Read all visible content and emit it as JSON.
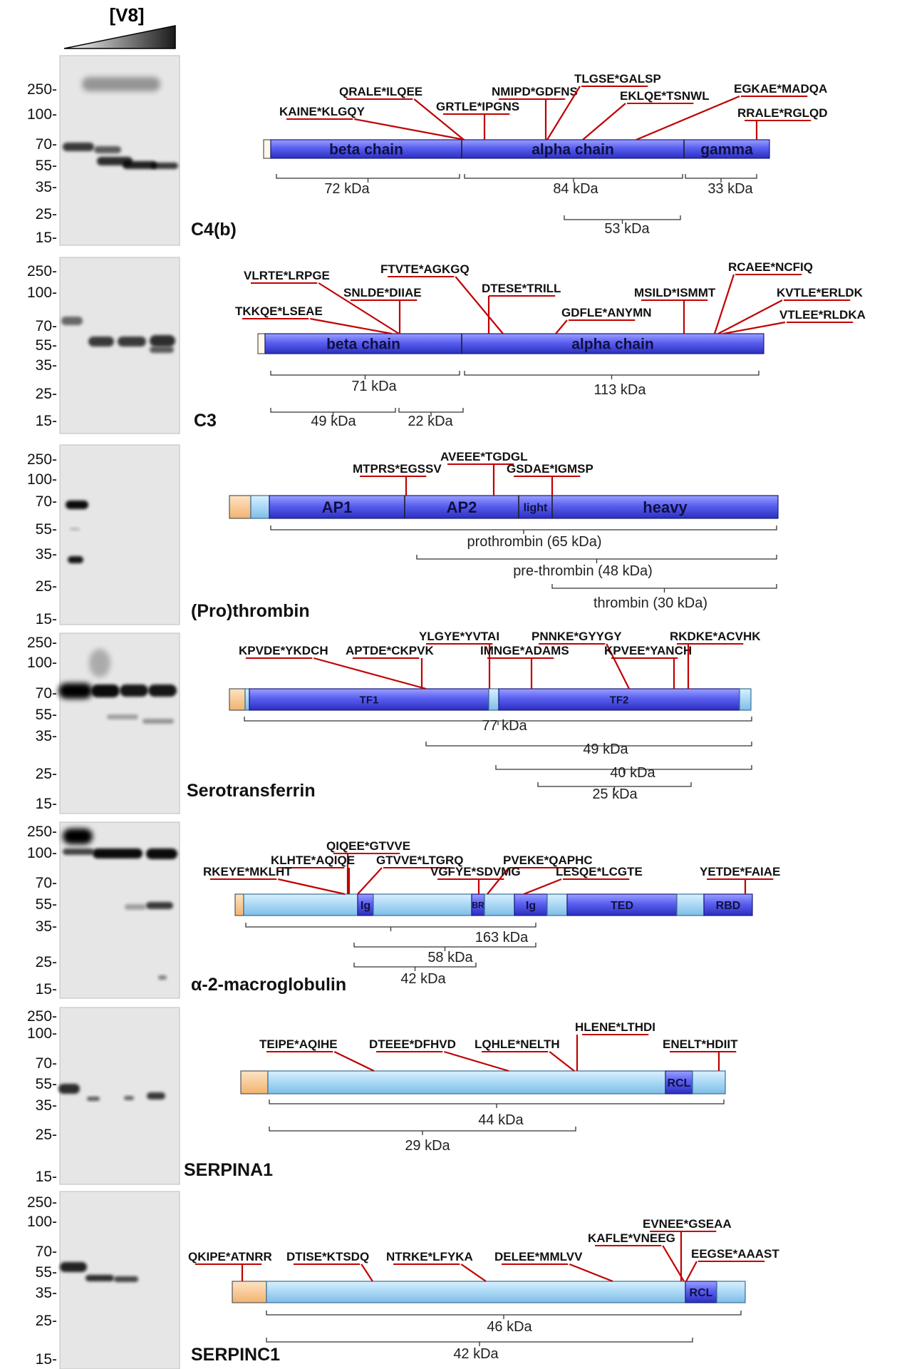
{
  "header": {
    "protease": "[V8]"
  },
  "mw_markers": [
    "250-",
    "100-",
    "70-",
    "55-",
    "35-",
    "25-",
    "15-"
  ],
  "colors": {
    "domain_dark": "#5a5ff0",
    "domain_light": "#a9d8f5",
    "signal": "#f6c48d",
    "cut_line": "#c00000"
  },
  "panels": [
    {
      "name": "C4(b)",
      "domains": [
        {
          "label": "beta chain",
          "style": "dark"
        },
        {
          "label": "alpha chain",
          "style": "dark"
        },
        {
          "label": "gamma",
          "style": "dark"
        }
      ],
      "cleavage_sites": [
        {
          "label": "KAINE*KLGQY"
        },
        {
          "label": "QRALE*ILQEE"
        },
        {
          "label": "GRTLE*IPGNS"
        },
        {
          "label": "NMIPD*GDFNS"
        },
        {
          "label": "TLGSE*GALSP"
        },
        {
          "label": "EKLQE*TSNWL"
        },
        {
          "label": "EGKAE*MADQA"
        },
        {
          "label": "RRALE*RGLQD"
        }
      ],
      "fragments": [
        {
          "label": "72 kDa"
        },
        {
          "label": "84 kDa"
        },
        {
          "label": "33 kDa"
        },
        {
          "label": "53 kDa"
        }
      ]
    },
    {
      "name": "C3",
      "domains": [
        {
          "label": "beta chain",
          "style": "dark"
        },
        {
          "label": "alpha chain",
          "style": "dark"
        }
      ],
      "cleavage_sites": [
        {
          "label": "VLRTE*LRPGE"
        },
        {
          "label": "SNLDE*DIIAE"
        },
        {
          "label": "TKKQE*LSEAE"
        },
        {
          "label": "FTVTE*AGKGQ"
        },
        {
          "label": "DTESE*TRILL"
        },
        {
          "label": "GDFLE*ANYMN"
        },
        {
          "label": "MSILD*ISMMT"
        },
        {
          "label": "RCAEE*NCFIQ"
        },
        {
          "label": "KVTLE*ERLDK"
        },
        {
          "label": "VTLEE*RLDKA"
        }
      ],
      "fragments": [
        {
          "label": "71 kDa"
        },
        {
          "label": "113 kDa"
        },
        {
          "label": "49 kDa"
        },
        {
          "label": "22 kDa"
        }
      ]
    },
    {
      "name": "(Pro)thrombin",
      "domains": [
        {
          "label": "AP1",
          "style": "dark"
        },
        {
          "label": "AP2",
          "style": "dark"
        },
        {
          "label": "light",
          "style": "dark"
        },
        {
          "label": "heavy",
          "style": "dark"
        }
      ],
      "cleavage_sites": [
        {
          "label": "MTPRS*EGSSV"
        },
        {
          "label": "AVEEE*TGDGL"
        },
        {
          "label": "GSDAE*IGMSP"
        }
      ],
      "fragments": [
        {
          "label": "prothrombin (65 kDa)"
        },
        {
          "label": "pre-thrombin (48 kDa)"
        },
        {
          "label": "thrombin (30 kDa)"
        }
      ]
    },
    {
      "name": "Serotransferrin",
      "domains": [
        {
          "label": "TF1",
          "style": "dark"
        },
        {
          "label": "TF2",
          "style": "dark"
        }
      ],
      "cleavage_sites": [
        {
          "label": "KPVDE*YKDCH"
        },
        {
          "label": "APTDE*CKPVK"
        },
        {
          "label": "YLGYE*YVTAI"
        },
        {
          "label": "IMNGE*ADAMS"
        },
        {
          "label": "PNNKE*GYYGY"
        },
        {
          "label": "KPVEE*YANCH"
        },
        {
          "label": "RKDKE*ACVHK"
        }
      ],
      "fragments": [
        {
          "label": "77 kDa"
        },
        {
          "label": "49 kDa"
        },
        {
          "label": "40 kDa"
        },
        {
          "label": "25 kDa"
        }
      ]
    },
    {
      "name": "α-2-macroglobulin",
      "domains": [
        {
          "label": "Ig",
          "style": "dark"
        },
        {
          "label": "BR",
          "style": "dark"
        },
        {
          "label": "Ig",
          "style": "dark"
        },
        {
          "label": "TED",
          "style": "dark"
        },
        {
          "label": "RBD",
          "style": "dark"
        }
      ],
      "cleavage_sites": [
        {
          "label": "QIQEE*GTVVE"
        },
        {
          "label": "KLHTE*AQIQE"
        },
        {
          "label": "GTVVE*LTGRQ"
        },
        {
          "label": "RKEYE*MKLHT"
        },
        {
          "label": "PVEKE*QAPHC"
        },
        {
          "label": "VGFYE*SDVMG"
        },
        {
          "label": "LESQE*LCGTE"
        },
        {
          "label": "YETDE*FAIAE"
        }
      ],
      "fragments": [
        {
          "label": "163 kDa"
        },
        {
          "label": "58 kDa"
        },
        {
          "label": "42 kDa"
        }
      ]
    },
    {
      "name": "SERPINA1",
      "domains": [
        {
          "label": "RCL",
          "style": "dark"
        }
      ],
      "cleavage_sites": [
        {
          "label": "HLENE*LTHDI"
        },
        {
          "label": "TEIPE*AQIHE"
        },
        {
          "label": "DTEEE*DFHVD"
        },
        {
          "label": "LQHLE*NELTH"
        },
        {
          "label": "ENELT*HDIIT"
        }
      ],
      "fragments": [
        {
          "label": "44 kDa"
        },
        {
          "label": "29 kDa"
        }
      ]
    },
    {
      "name": "SERPINC1",
      "domains": [
        {
          "label": "RCL",
          "style": "dark"
        }
      ],
      "cleavage_sites": [
        {
          "label": "EVNEE*GSEAA"
        },
        {
          "label": "KAFLE*VNEEG"
        },
        {
          "label": "EEGSE*AAAST"
        },
        {
          "label": "QKIPE*ATNRR"
        },
        {
          "label": "DTISE*KTSDQ"
        },
        {
          "label": "NTRKE*LFYKA"
        },
        {
          "label": "DELEE*MMLVV"
        }
      ],
      "fragments": [
        {
          "label": "46 kDa"
        },
        {
          "label": "42 kDa"
        }
      ]
    }
  ]
}
